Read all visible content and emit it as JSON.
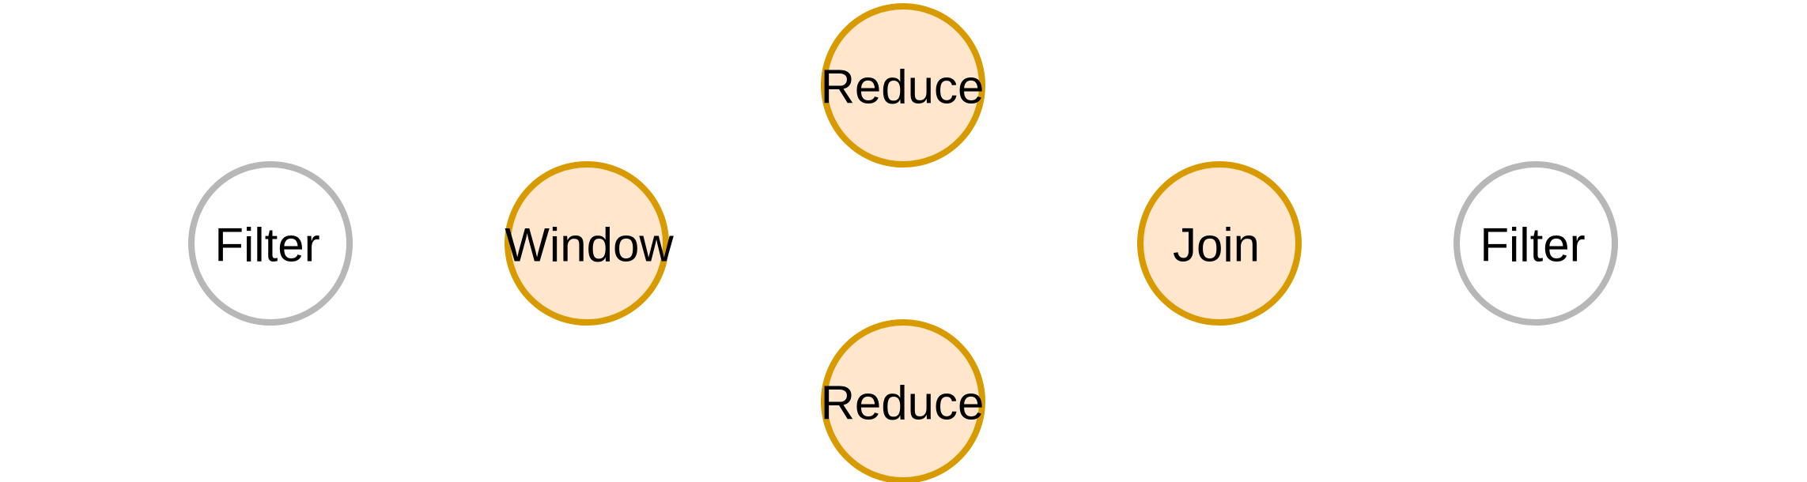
{
  "colors": {
    "inactive_stroke": "#b7b7b7",
    "inactive_fill": "#ffffff",
    "active_stroke": "#d79b00",
    "active_fill": "#ffe6cc",
    "label": "#000000"
  },
  "nodes": {
    "filter_left": {
      "label": "Filter",
      "state": "inactive"
    },
    "window": {
      "label": "Window",
      "state": "active"
    },
    "reduce_top": {
      "label": "Reduce",
      "state": "active"
    },
    "reduce_bottom": {
      "label": "Reduce",
      "state": "active"
    },
    "join": {
      "label": "Join",
      "state": "active"
    },
    "filter_right": {
      "label": "Filter",
      "state": "inactive"
    }
  }
}
